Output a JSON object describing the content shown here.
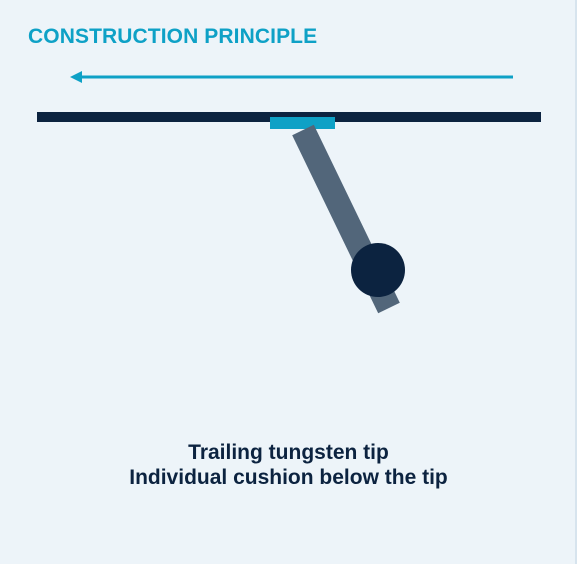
{
  "heading": "CONSTRUCTION PRINCIPLE",
  "caption": {
    "line1": "Trailing tungsten tip",
    "line2": "Individual cushion below the tip"
  },
  "colors": {
    "background": "#edf4f9",
    "accent": "#0ea1c6",
    "navy": "#0c2340",
    "arm": "#52667a"
  },
  "icons": {
    "direction": "left-arrow-icon"
  }
}
